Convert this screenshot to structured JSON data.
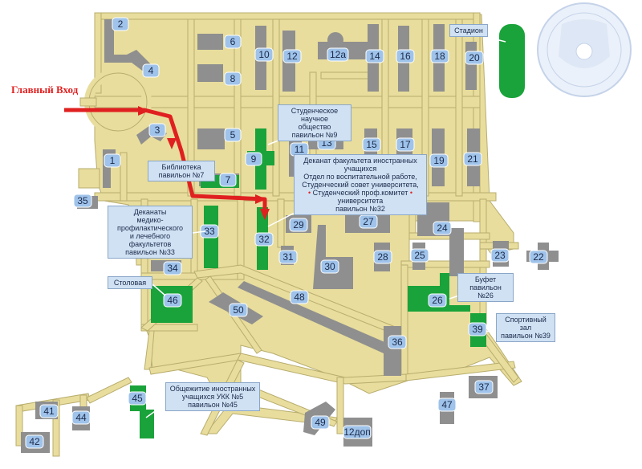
{
  "main_entrance": "Главный Вход",
  "labels": {
    "stadium": "Стадион",
    "lib": [
      "Библиотека",
      "павильон №7"
    ],
    "society": [
      "Студенческое научное",
      "общество",
      "павильон №9"
    ],
    "deanforeign": [
      "Деканат факультета иностранных учащихся",
      "Отдел по воспитательной работе,",
      "Студенческий совет университета,",
      "Студенческий проф.комитет",
      "университета",
      "павильон №32"
    ],
    "dean33": [
      "Деканаты",
      "медико-профилактического",
      "и лечебного факультетов",
      "павильон №33"
    ],
    "canteen": "Столовая",
    "buffet": [
      "Буфет",
      "павильон №26"
    ],
    "gym": [
      "Спортивный зал",
      "павильон №39"
    ],
    "dorm": [
      "Общежитие иностранных",
      "учащихся УКК №5",
      "павильон №45"
    ]
  },
  "building_numbers": {
    "b2": "2",
    "b4": "4",
    "b6": "6",
    "b8": "8",
    "b10": "10",
    "b12": "12",
    "b12a": "12а",
    "b14": "14",
    "b16": "16",
    "b18": "18",
    "b20": "20",
    "b3": "3",
    "b1": "1",
    "b5": "5",
    "b9": "9",
    "b11": "11",
    "b13": "13",
    "b15": "15",
    "b17": "17",
    "b19": "19",
    "b21": "21",
    "b7": "7",
    "b35": "35",
    "b33": "33",
    "b32": "32",
    "b29": "29",
    "b27": "27",
    "b24": "24",
    "b31": "31",
    "b30": "30",
    "b28": "28",
    "b25": "25",
    "b23": "23",
    "b22": "22",
    "b34": "34",
    "b46": "46",
    "b50": "50",
    "b48": "48",
    "b26": "26",
    "b39": "39",
    "b36": "36",
    "b37": "37",
    "b47": "47",
    "b45": "45",
    "b41": "41",
    "b44": "44",
    "b42": "42",
    "b49": "49",
    "b12dop": "12доп"
  },
  "colors": {
    "road": "#e8dd9c",
    "building": "#8f8f8f",
    "highlight": "#1aa33a",
    "route": "#e02020",
    "badge": "#9fc3ea"
  }
}
